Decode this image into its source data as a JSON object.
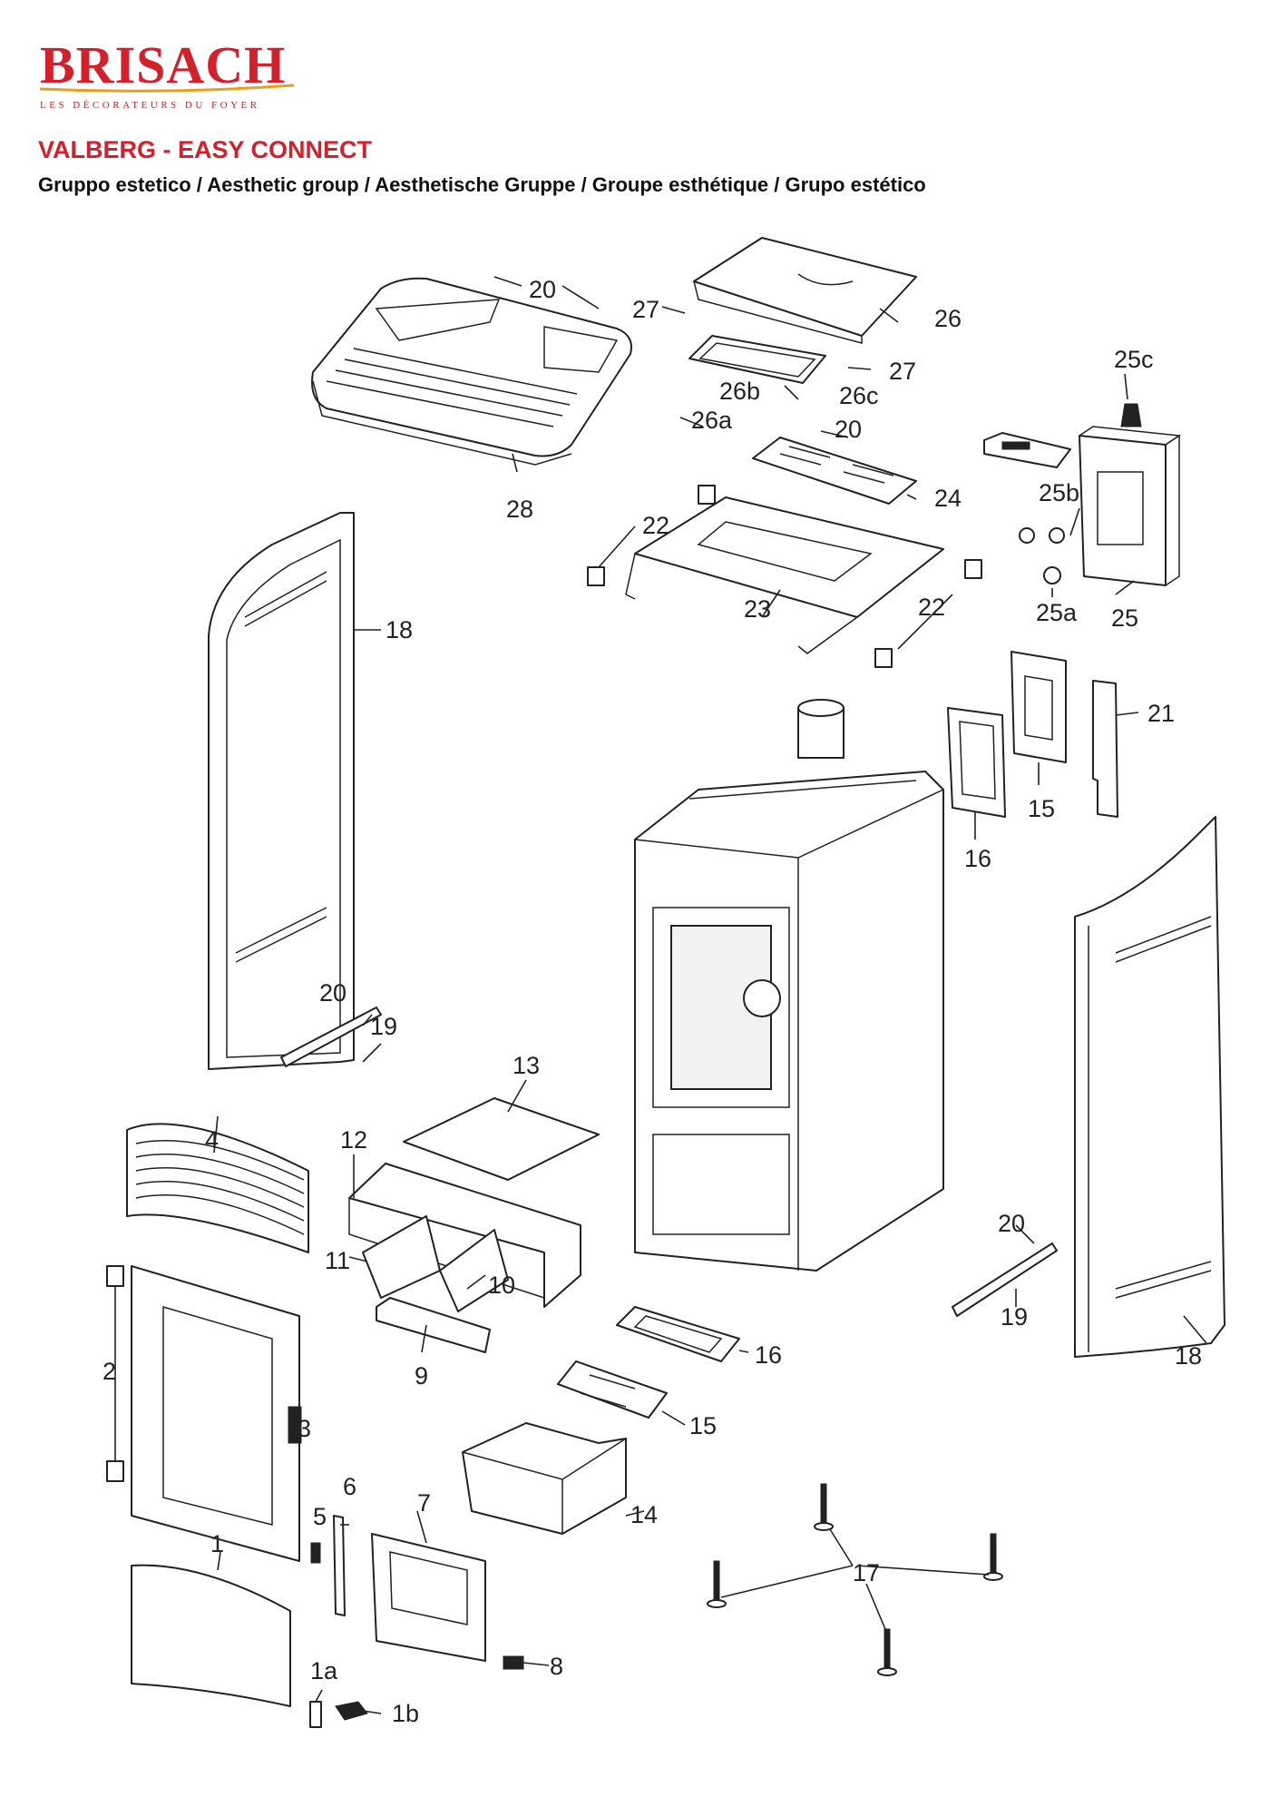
{
  "header": {
    "brand": "BRISACH",
    "tagline": "LES DÉCORATEURS DU FOYER",
    "model": "VALBERG - EASY CONNECT",
    "subtitle": "Gruppo estetico / Aesthetic group / Aesthetische Gruppe / Groupe esthétique / Grupo estético"
  },
  "colors": {
    "brand": "#d3202a",
    "line": "#222222"
  },
  "diagram": {
    "labels": {
      "l1": "1",
      "l1a": "1a",
      "l1b": "1b",
      "l2": "2",
      "l3": "3",
      "l4": "4",
      "l5": "5",
      "l6": "6",
      "l7": "7",
      "l8": "8",
      "l9": "9",
      "l10": "10",
      "l11": "11",
      "l12": "12",
      "l13": "13",
      "l14": "14",
      "l15a": "15",
      "l15b": "15",
      "l16a": "16",
      "l16b": "16",
      "l17": "17",
      "l18a": "18",
      "l18b": "18",
      "l19a": "19",
      "l19b": "19",
      "l20a": "20",
      "l20b": "20",
      "l20c": "20",
      "l20d": "20",
      "l21": "21",
      "l22a": "22",
      "l22b": "22",
      "l23": "23",
      "l24": "24",
      "l25": "25",
      "l25a": "25a",
      "l25b": "25b",
      "l25c": "25c",
      "l26": "26",
      "l26a": "26a",
      "l26b": "26b",
      "l26c": "26c",
      "l27a": "27",
      "l27b": "27",
      "l28": "28"
    }
  }
}
